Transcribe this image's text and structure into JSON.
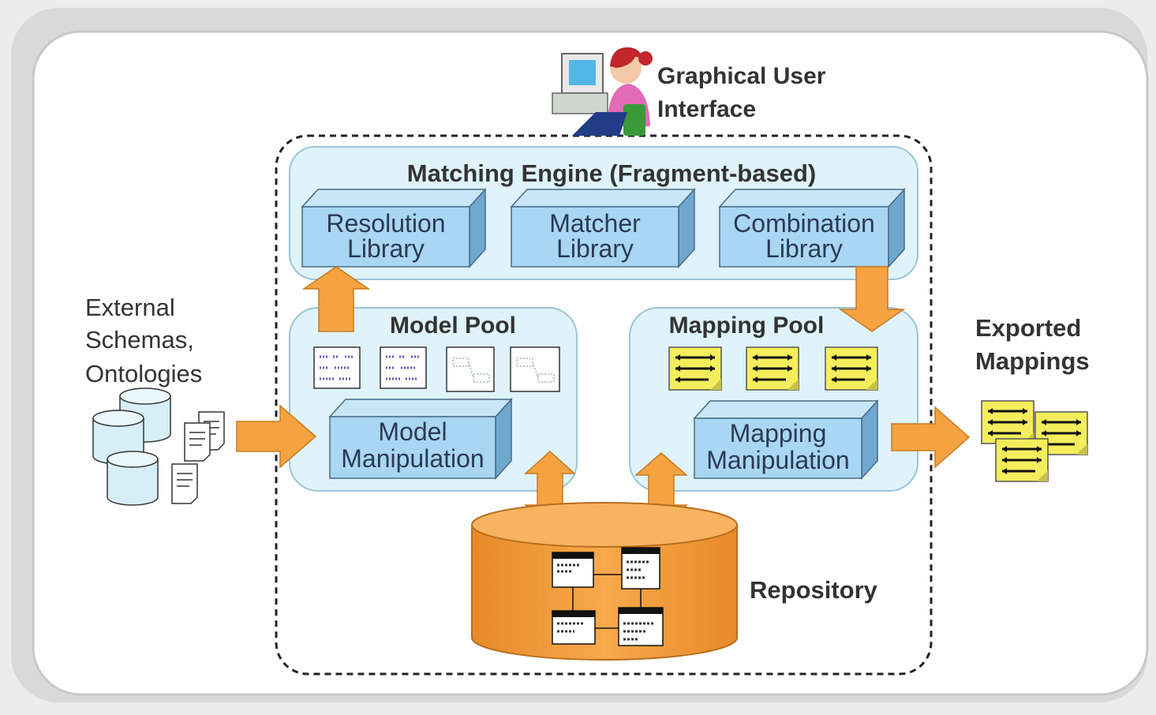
{
  "gui": {
    "label_line1": "Graphical User",
    "label_line2": "Interface"
  },
  "matching_engine": {
    "title": "Matching Engine (Fragment-based)",
    "libraries": [
      {
        "line1": "Resolution",
        "line2": "Library"
      },
      {
        "line1": "Matcher",
        "line2": "Library"
      },
      {
        "line1": "Combination",
        "line2": "Library"
      }
    ]
  },
  "model_pool": {
    "title": "Model Pool",
    "manipulation_line1": "Model",
    "manipulation_line2": "Manipulation"
  },
  "mapping_pool": {
    "title": "Mapping Pool",
    "manipulation_line1": "Mapping",
    "manipulation_line2": "Manipulation"
  },
  "external": {
    "line1": "External",
    "line2": "Schemas,",
    "line3": "Ontologies"
  },
  "exported": {
    "line1": "Exported",
    "line2": "Mappings"
  },
  "repository": {
    "label": "Repository"
  },
  "colors": {
    "pool_fill": "#dff3fb",
    "box_fill": "#a9d6f2",
    "arrow": "#f4a340",
    "repository": "#f39a3a",
    "mapping_doc": "#f5ee5c"
  }
}
